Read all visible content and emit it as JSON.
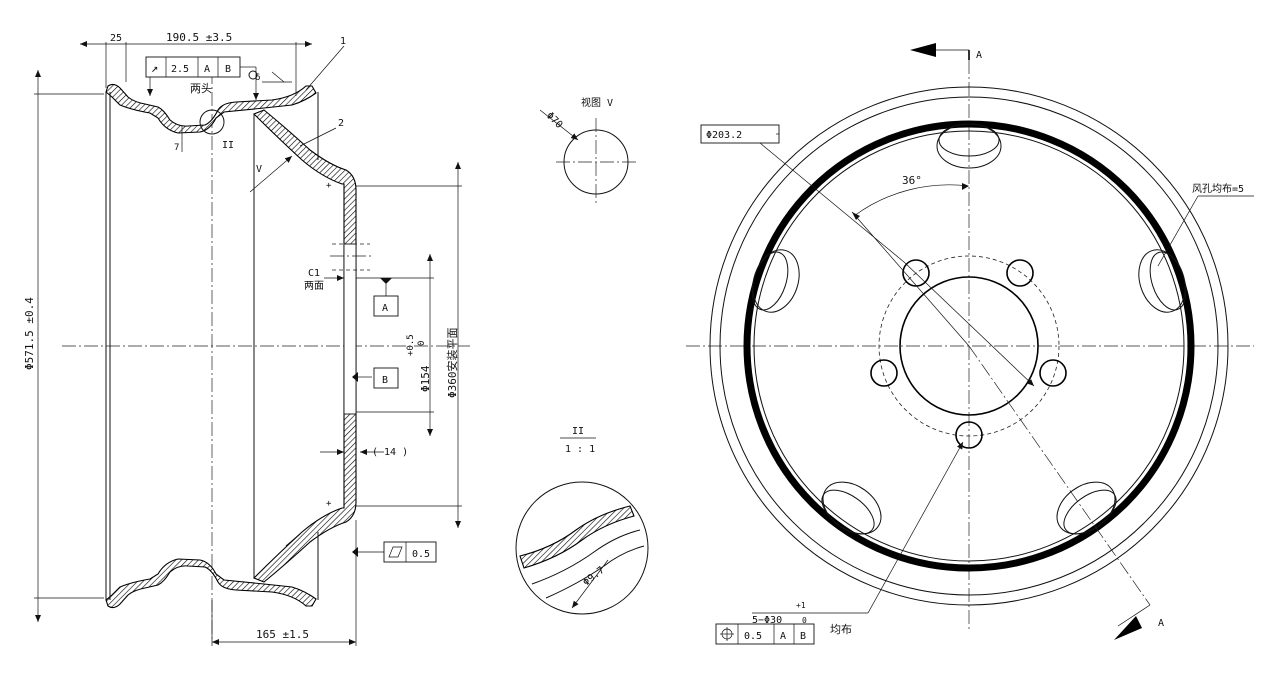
{
  "dims": {
    "width_top": "190.5  ±3.5",
    "rim_25": "25",
    "runout_sym": "↗",
    "runout_val": "2.5",
    "ref_a": "A",
    "ref_b": "B",
    "two_ends": "两头",
    "angle_6": "6",
    "dim_7": "7",
    "detail_ref": "II",
    "view_v": "V",
    "diam_5715": "Φ571.5  ±0.4",
    "c1": "C1",
    "two_faces": "两面",
    "datum_a": "A",
    "datum_b": "B",
    "tol_plus": "+0.5",
    "tol_zero": "0",
    "diam_154": "Φ154",
    "diam_360": "Φ360安装平面",
    "dim_14": "( 14 )",
    "flat_val": "0.5",
    "offset_165": "165  ±1.5",
    "leader_1": "1",
    "leader_2": "2"
  },
  "view_v": {
    "title": "视图 V",
    "diam": "Φ70"
  },
  "detail": {
    "label_top": "II",
    "scale": "1 : 1",
    "diam": "Φ9.7"
  },
  "front": {
    "section_top": "A",
    "section_bottom": "A",
    "pcd": "Φ203.2",
    "angle": "36°",
    "vent_note": "风孔均布=5",
    "holes_count": "5−Φ30",
    "holes_tol_plus": "+1",
    "holes_tol_zero": "0",
    "holes_note": "均布",
    "pos_val": "0.5",
    "pos_ref_a": "A",
    "pos_ref_b": "B"
  }
}
